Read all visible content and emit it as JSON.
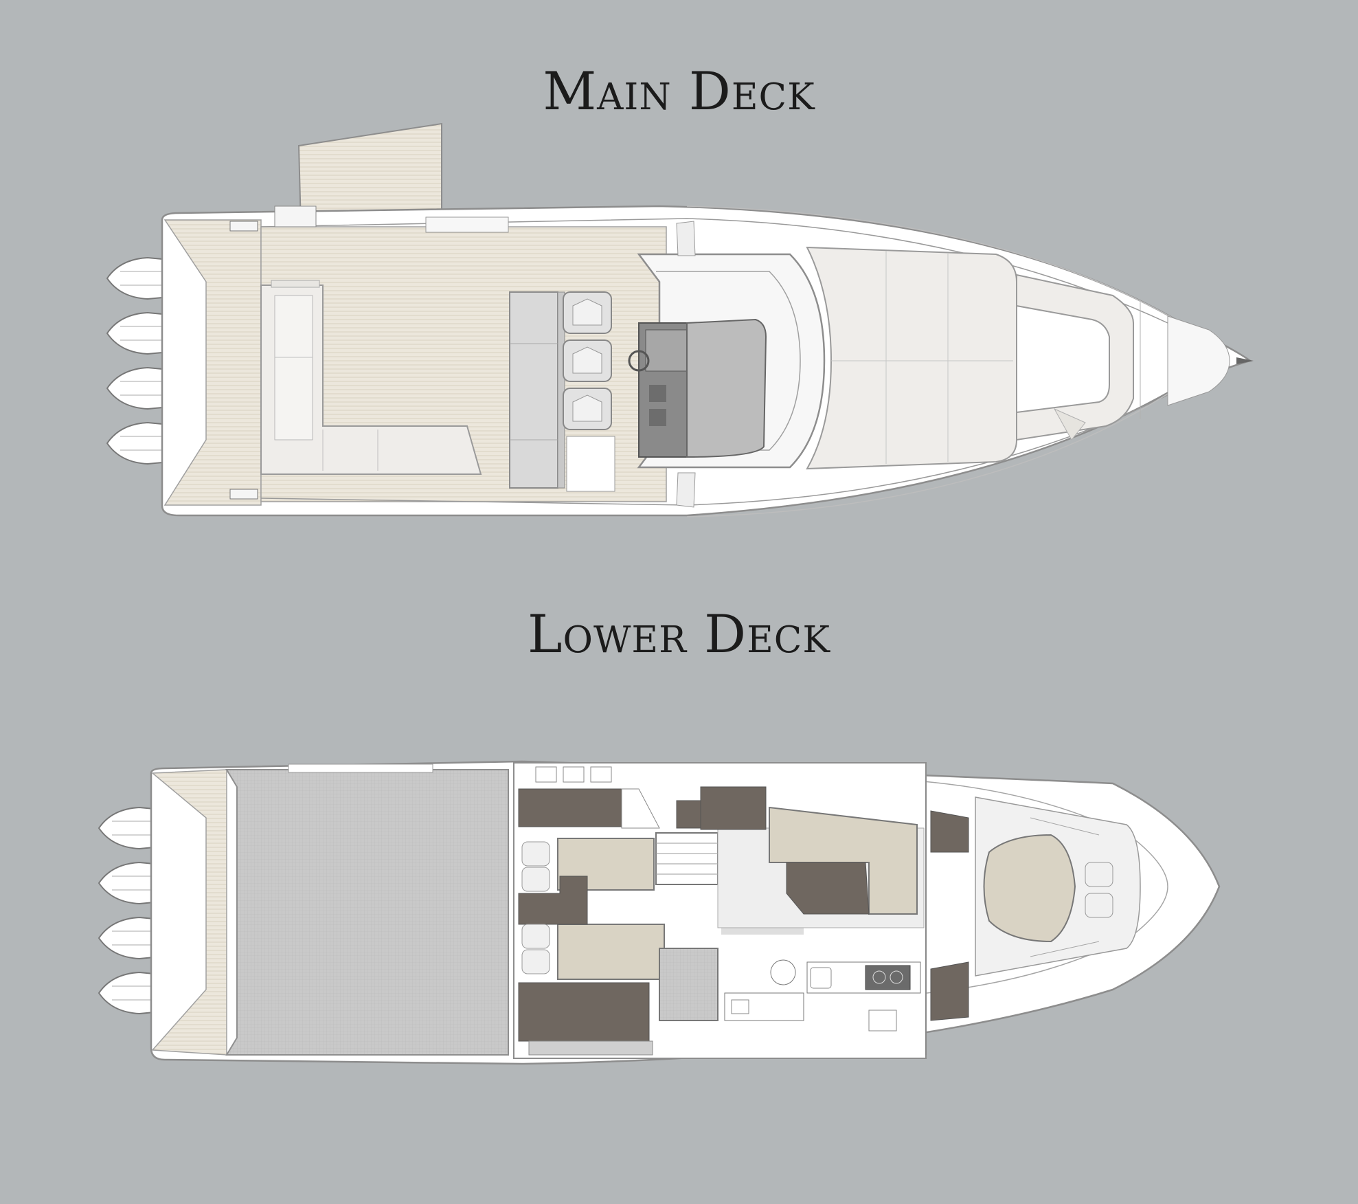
{
  "colors": {
    "background": "#b3b7b9",
    "hull": "#ffffff",
    "teak": "#ece7dc",
    "cushion": "#efedea",
    "grey_seat": "#d9d9d9",
    "dark_wood": "#6f6760",
    "beige": "#d9d3c4",
    "console": "#8a8a8a",
    "line": "#888888"
  },
  "main_deck": {
    "title": "Main Deck",
    "engines": [
      "outboard-engine",
      "outboard-engine",
      "outboard-engine",
      "outboard-engine"
    ]
  },
  "lower_deck": {
    "title": "Lower Deck",
    "engines": [
      "outboard-engine",
      "outboard-engine",
      "outboard-engine",
      "outboard-engine"
    ]
  }
}
